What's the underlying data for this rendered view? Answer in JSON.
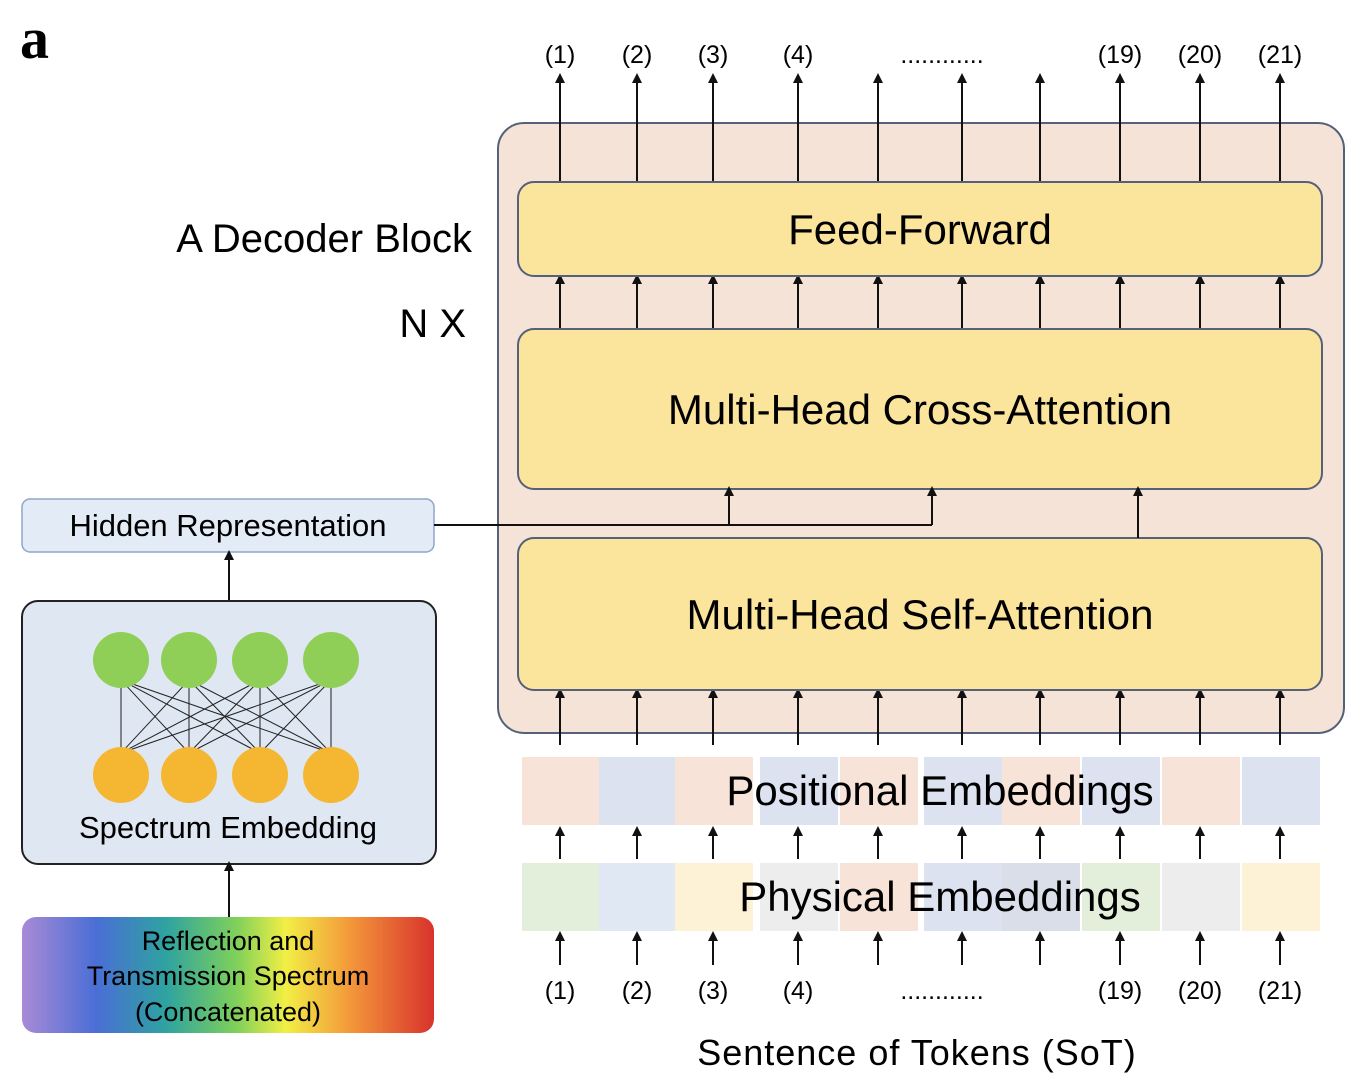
{
  "panel_label": "a",
  "decoder": {
    "title": "A Decoder Block",
    "repeat": "N X",
    "feed_forward": "Feed-Forward",
    "cross_attention": "Multi-Head Cross-Attention",
    "self_attention": "Multi-Head Self-Attention"
  },
  "top_token_labels": [
    "(1)",
    "(2)",
    "(3)",
    "(4)",
    "",
    "............",
    "",
    "(19)",
    "(20)",
    "(21)"
  ],
  "bottom_token_labels": [
    "(1)",
    "(2)",
    "(3)",
    "(4)",
    "",
    "............",
    "",
    "(19)",
    "(20)",
    "(21)"
  ],
  "positional_embeddings": {
    "label": "Positional Embeddings",
    "cell_colors": [
      "#f7e3d7",
      "#dde2f0",
      "#f7e3d7",
      "#dde2f0",
      "#f7e3d7",
      "#dde2f0",
      "#f7e3d7",
      "#dde2f0",
      "#f7e3d7",
      "#dde2f0"
    ]
  },
  "physical_embeddings": {
    "label": "Physical Embeddings",
    "cell_colors": [
      "#e3eedb",
      "#dfe8f3",
      "#fdf1d6",
      "#ededed",
      "#f7e3d7",
      "#dde2f0",
      "#d9dee8",
      "#e3eedb",
      "#ededed",
      "#fdf1d6"
    ]
  },
  "sentence_label": "Sentence of Tokens (SoT)",
  "hidden_representation": "Hidden Representation",
  "spectrum_embedding": "Spectrum Embedding",
  "spectrum_input": {
    "line1": "Reflection and",
    "line2": "Transmission Spectrum",
    "line3": "(Concatenated)"
  },
  "network": {
    "input_nodes": 4,
    "output_nodes": 4
  },
  "colors": {
    "decoder_bg": "#f5e3d8",
    "decoder_border": "#55607a",
    "layer_fill": "#fbe49b",
    "layer_border": "#55607a",
    "hidden_fill": "#e3ebf6",
    "hidden_border": "#8fa6c8",
    "spectrum_box_fill": "#dfe7f2",
    "node_green": "#8fcf57",
    "node_orange": "#f5b731"
  }
}
